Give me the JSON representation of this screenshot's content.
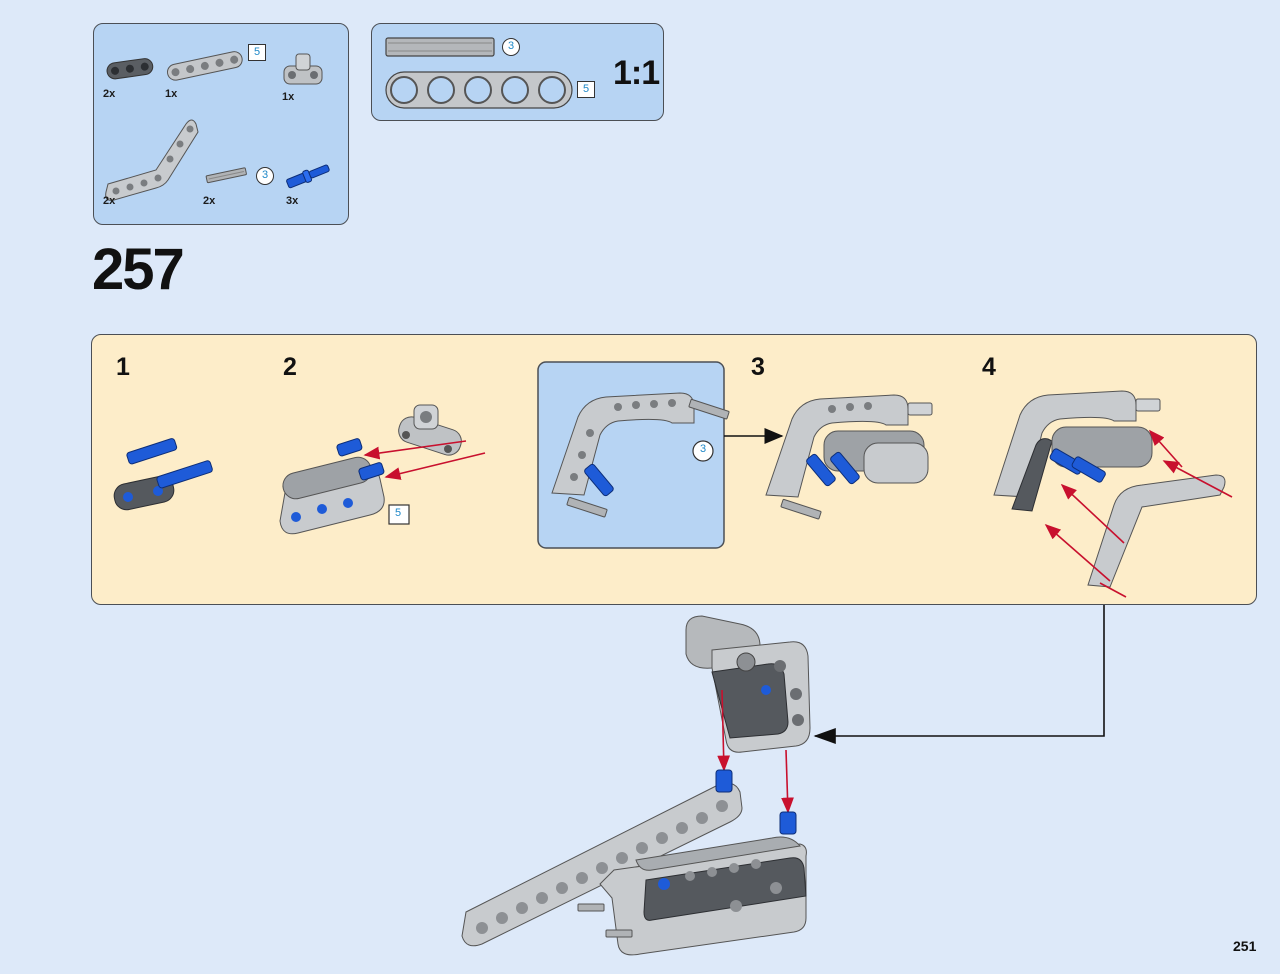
{
  "parts_list": {
    "items": [
      {
        "qty": "2x"
      },
      {
        "qty": "1x",
        "length": "5"
      },
      {
        "qty": "1x"
      },
      {
        "qty": "2x"
      },
      {
        "qty": "2x",
        "length": "3"
      },
      {
        "qty": "3x"
      }
    ]
  },
  "scale_guide": {
    "axle_length": "3",
    "beam_length": "5",
    "scale_label": "1:1"
  },
  "step": {
    "number": "257",
    "substeps": [
      {
        "label": "1"
      },
      {
        "label": "2",
        "callout_length": "5"
      },
      {
        "label": "3"
      },
      {
        "label": "4"
      }
    ],
    "inset_callout_length": "3"
  },
  "page_number": "251",
  "colors": {
    "page_background": "#dde9f9",
    "parts_panel": "#b7d4f3",
    "subassembly_panel": "#fdedc9",
    "arrow_red": "#c8102e",
    "part_gray": "#a9adb1",
    "part_dark": "#55595e",
    "part_blue": "#1e5bd8"
  }
}
